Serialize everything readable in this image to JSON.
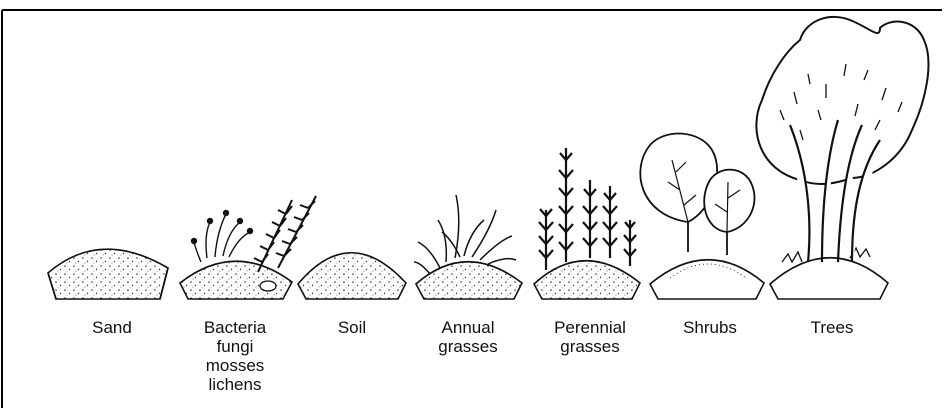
{
  "stages": [
    {
      "id": "sand",
      "label_lines": [
        "Sand"
      ]
    },
    {
      "id": "bacteria",
      "label_lines": [
        "Bacteria",
        "fungi",
        "mosses",
        "lichens"
      ]
    },
    {
      "id": "soil",
      "label_lines": [
        "Soil"
      ]
    },
    {
      "id": "annual",
      "label_lines": [
        "Annual",
        "grasses"
      ]
    },
    {
      "id": "perennial",
      "label_lines": [
        "Perennial",
        "grasses"
      ]
    },
    {
      "id": "shrubs",
      "label_lines": [
        "Shrubs"
      ]
    },
    {
      "id": "trees",
      "label_lines": [
        "Trees"
      ]
    }
  ]
}
